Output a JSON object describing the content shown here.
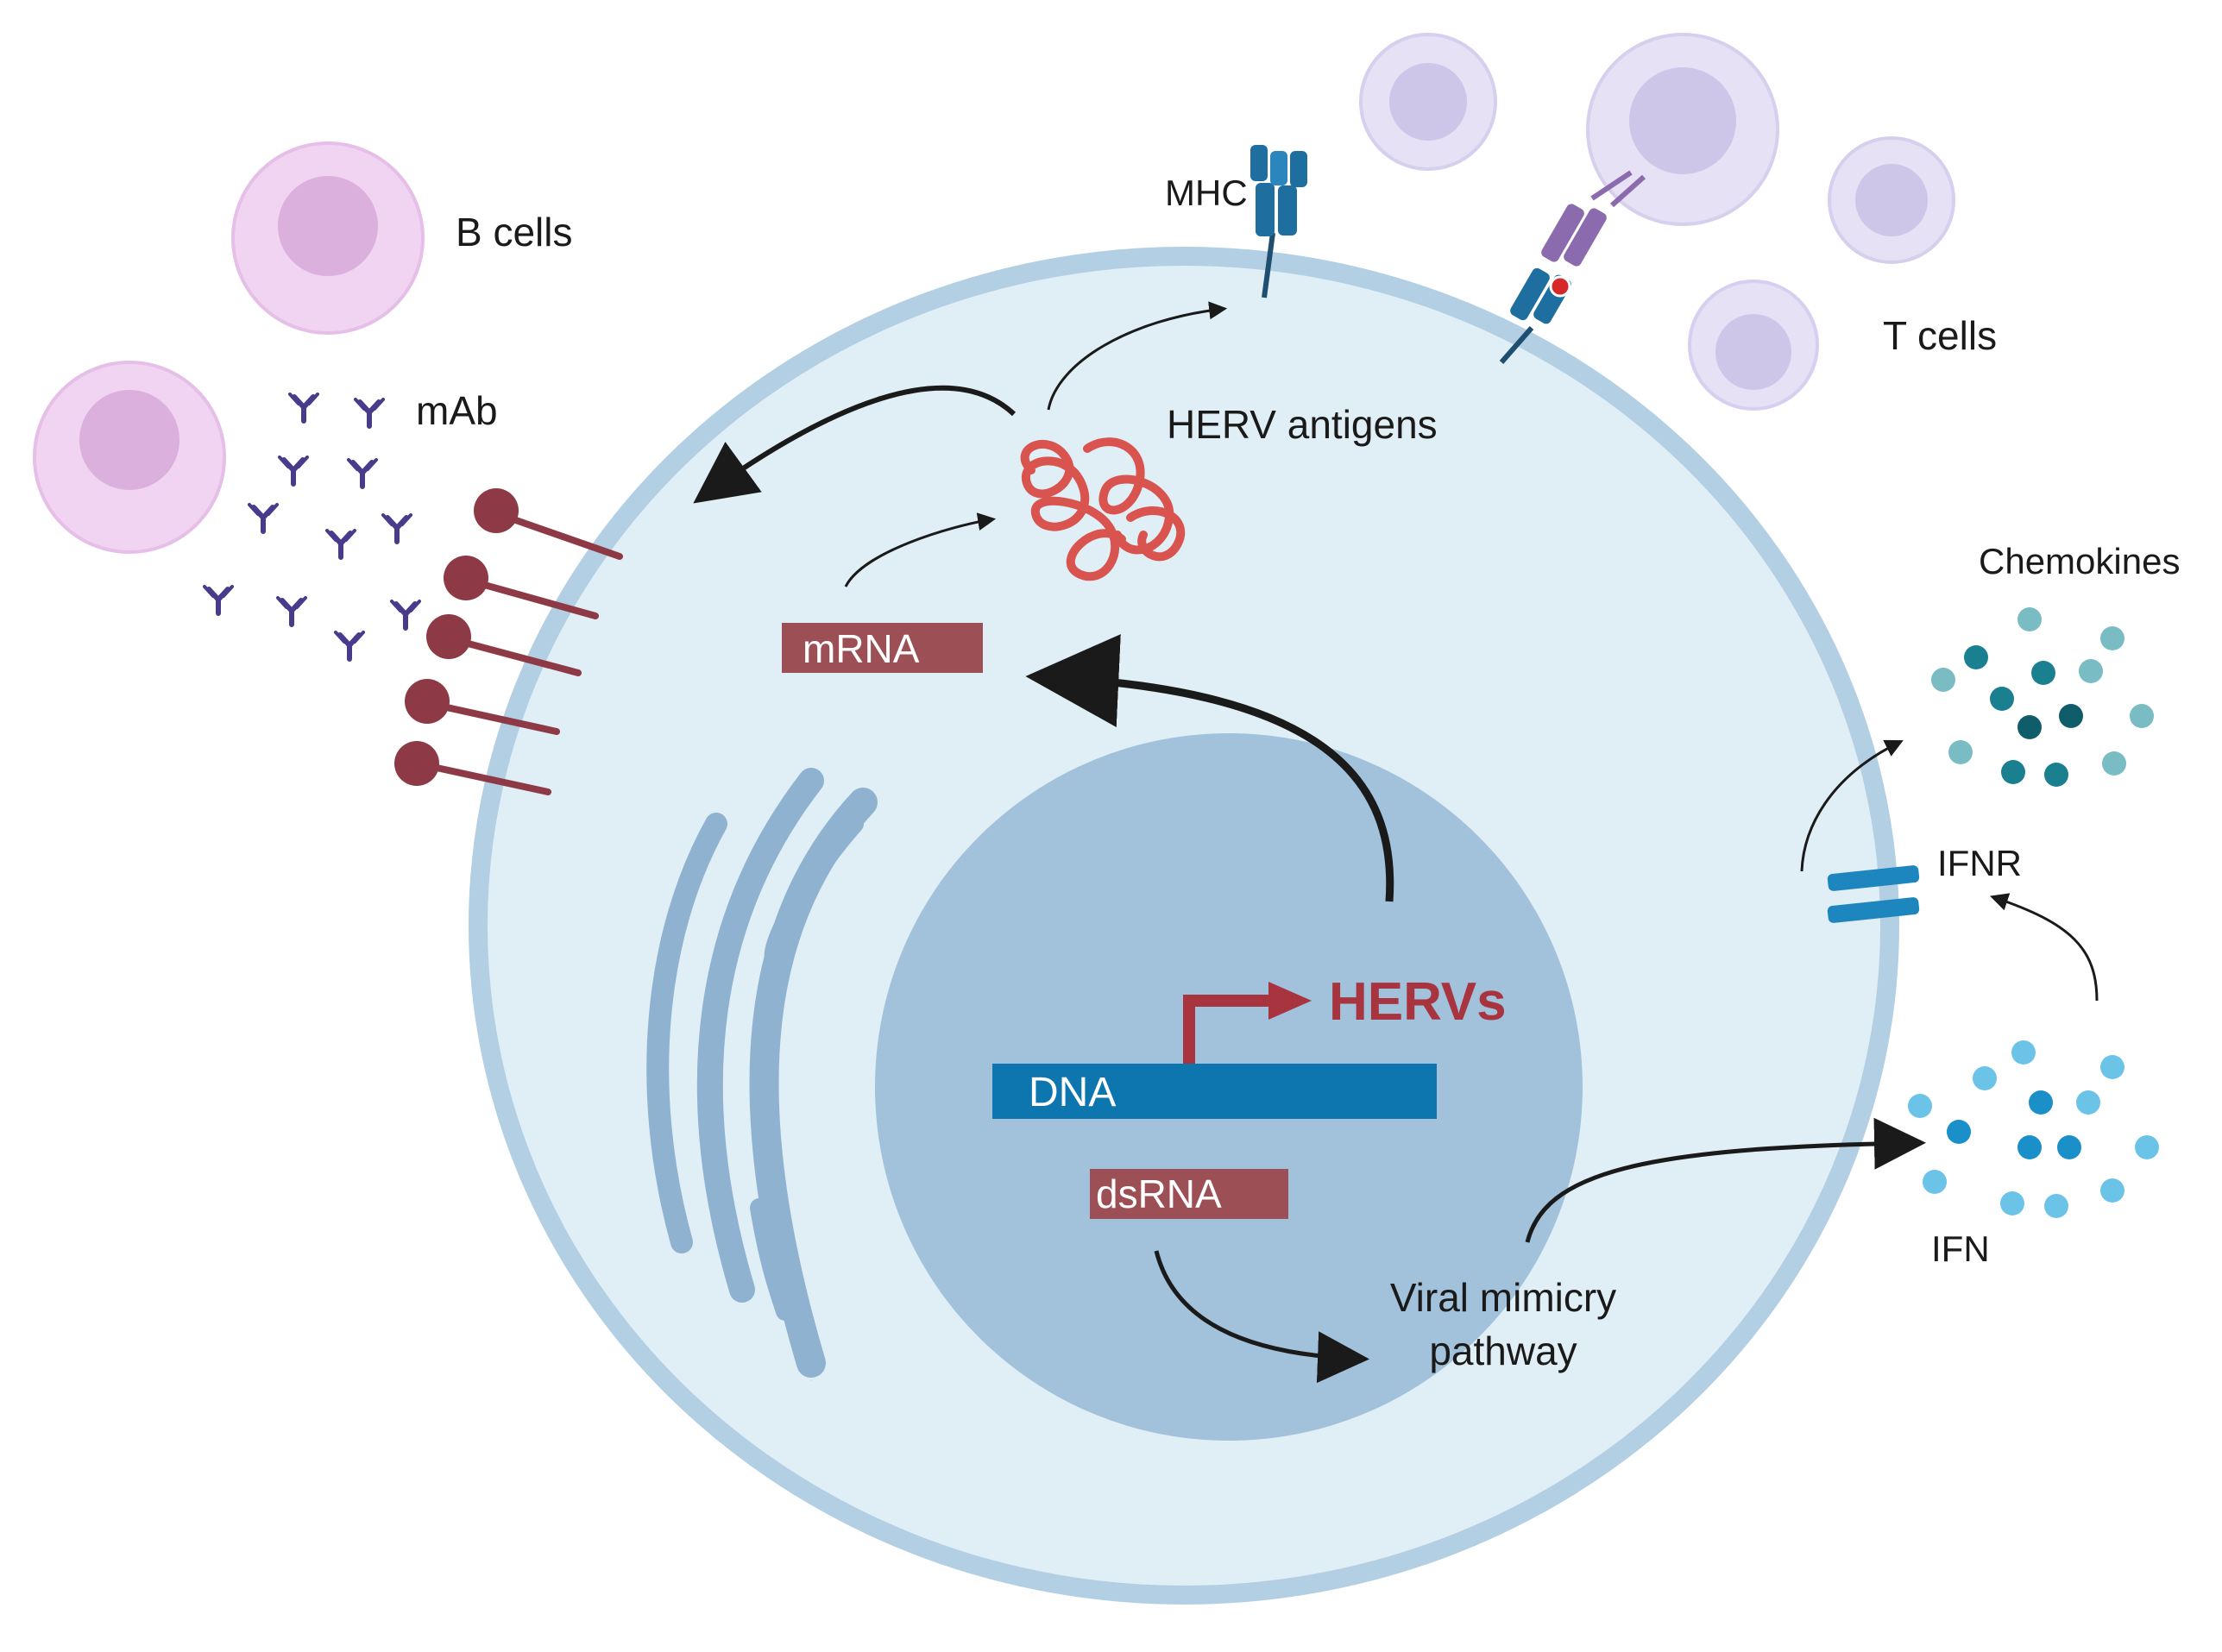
{
  "labels": {
    "b_cells": "B cells",
    "mab": "mAb",
    "mhc": "MHC",
    "t_cells": "T cells",
    "herv_antigens": "HERV antigens",
    "chemokines": "Chemokines",
    "mrna": "mRNA",
    "ifnr": "IFNR",
    "hervs": "HERVs",
    "dna": "DNA",
    "dsrna": "dsRNA",
    "viral_mimicry_line1": "Viral mimicry",
    "viral_mimicry_line2": "pathway",
    "ifn": "IFN"
  },
  "colors": {
    "cell_fill": "#e0eef6",
    "cell_membrane": "#b3cfe3",
    "nucleus": "#a2c1da",
    "er": "#8eb2cf",
    "b_cell_outer": "#f0d4f1",
    "b_cell_inner": "#dcb0dd",
    "t_cell_outer": "#e6e1f4",
    "t_cell_inner": "#cdc6e8",
    "receptor": "#8e3a46",
    "antibody": "#4a3a8c",
    "antigen": "#d9534f",
    "dna": "#0d76ae",
    "rna_box": "#9c4f54",
    "herv_arrow": "#a8343f",
    "mhc": "#1e6fa0",
    "tcr": "#8c6aae",
    "chemokine_dark": "#1a7f8e",
    "chemokine_light": "#79bcc4",
    "ifn_dark": "#1a8fc8",
    "ifn_light": "#6cc3e8"
  }
}
